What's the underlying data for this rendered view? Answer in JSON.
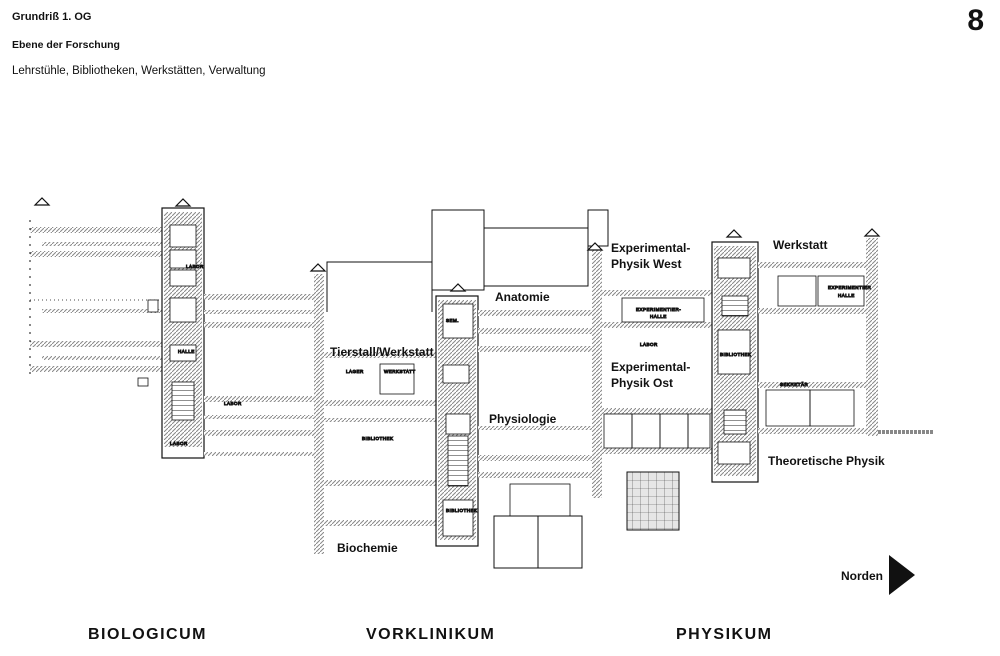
{
  "header": {
    "title": "Grundriß 1. OG",
    "subtitle": "Ebene der Forschung",
    "description": "Lehrstühle, Bibliotheken, Werkstätten, Verwaltung",
    "page_number": "8"
  },
  "rooms": {
    "experimental_west": [
      "Experimental-",
      "Physik West"
    ],
    "werkstatt": "Werkstatt",
    "anatomie": "Anatomie",
    "tierstall": "Tierstall/Werkstatt",
    "experimental_ost": [
      "Experimental-",
      "Physik Ost"
    ],
    "physiologie": "Physiologie",
    "theoretische": "Theoretische Physik",
    "biochemie": "Biochemie"
  },
  "compass": {
    "label": "Norden"
  },
  "sections": {
    "biologicum": "BIOLOGICUM",
    "vorklinikum": "VORKLINIKUM",
    "physikum": "PHYSIKUM"
  },
  "colors": {
    "ink": "#111111",
    "hatch": "#888888",
    "paper": "#ffffff"
  }
}
